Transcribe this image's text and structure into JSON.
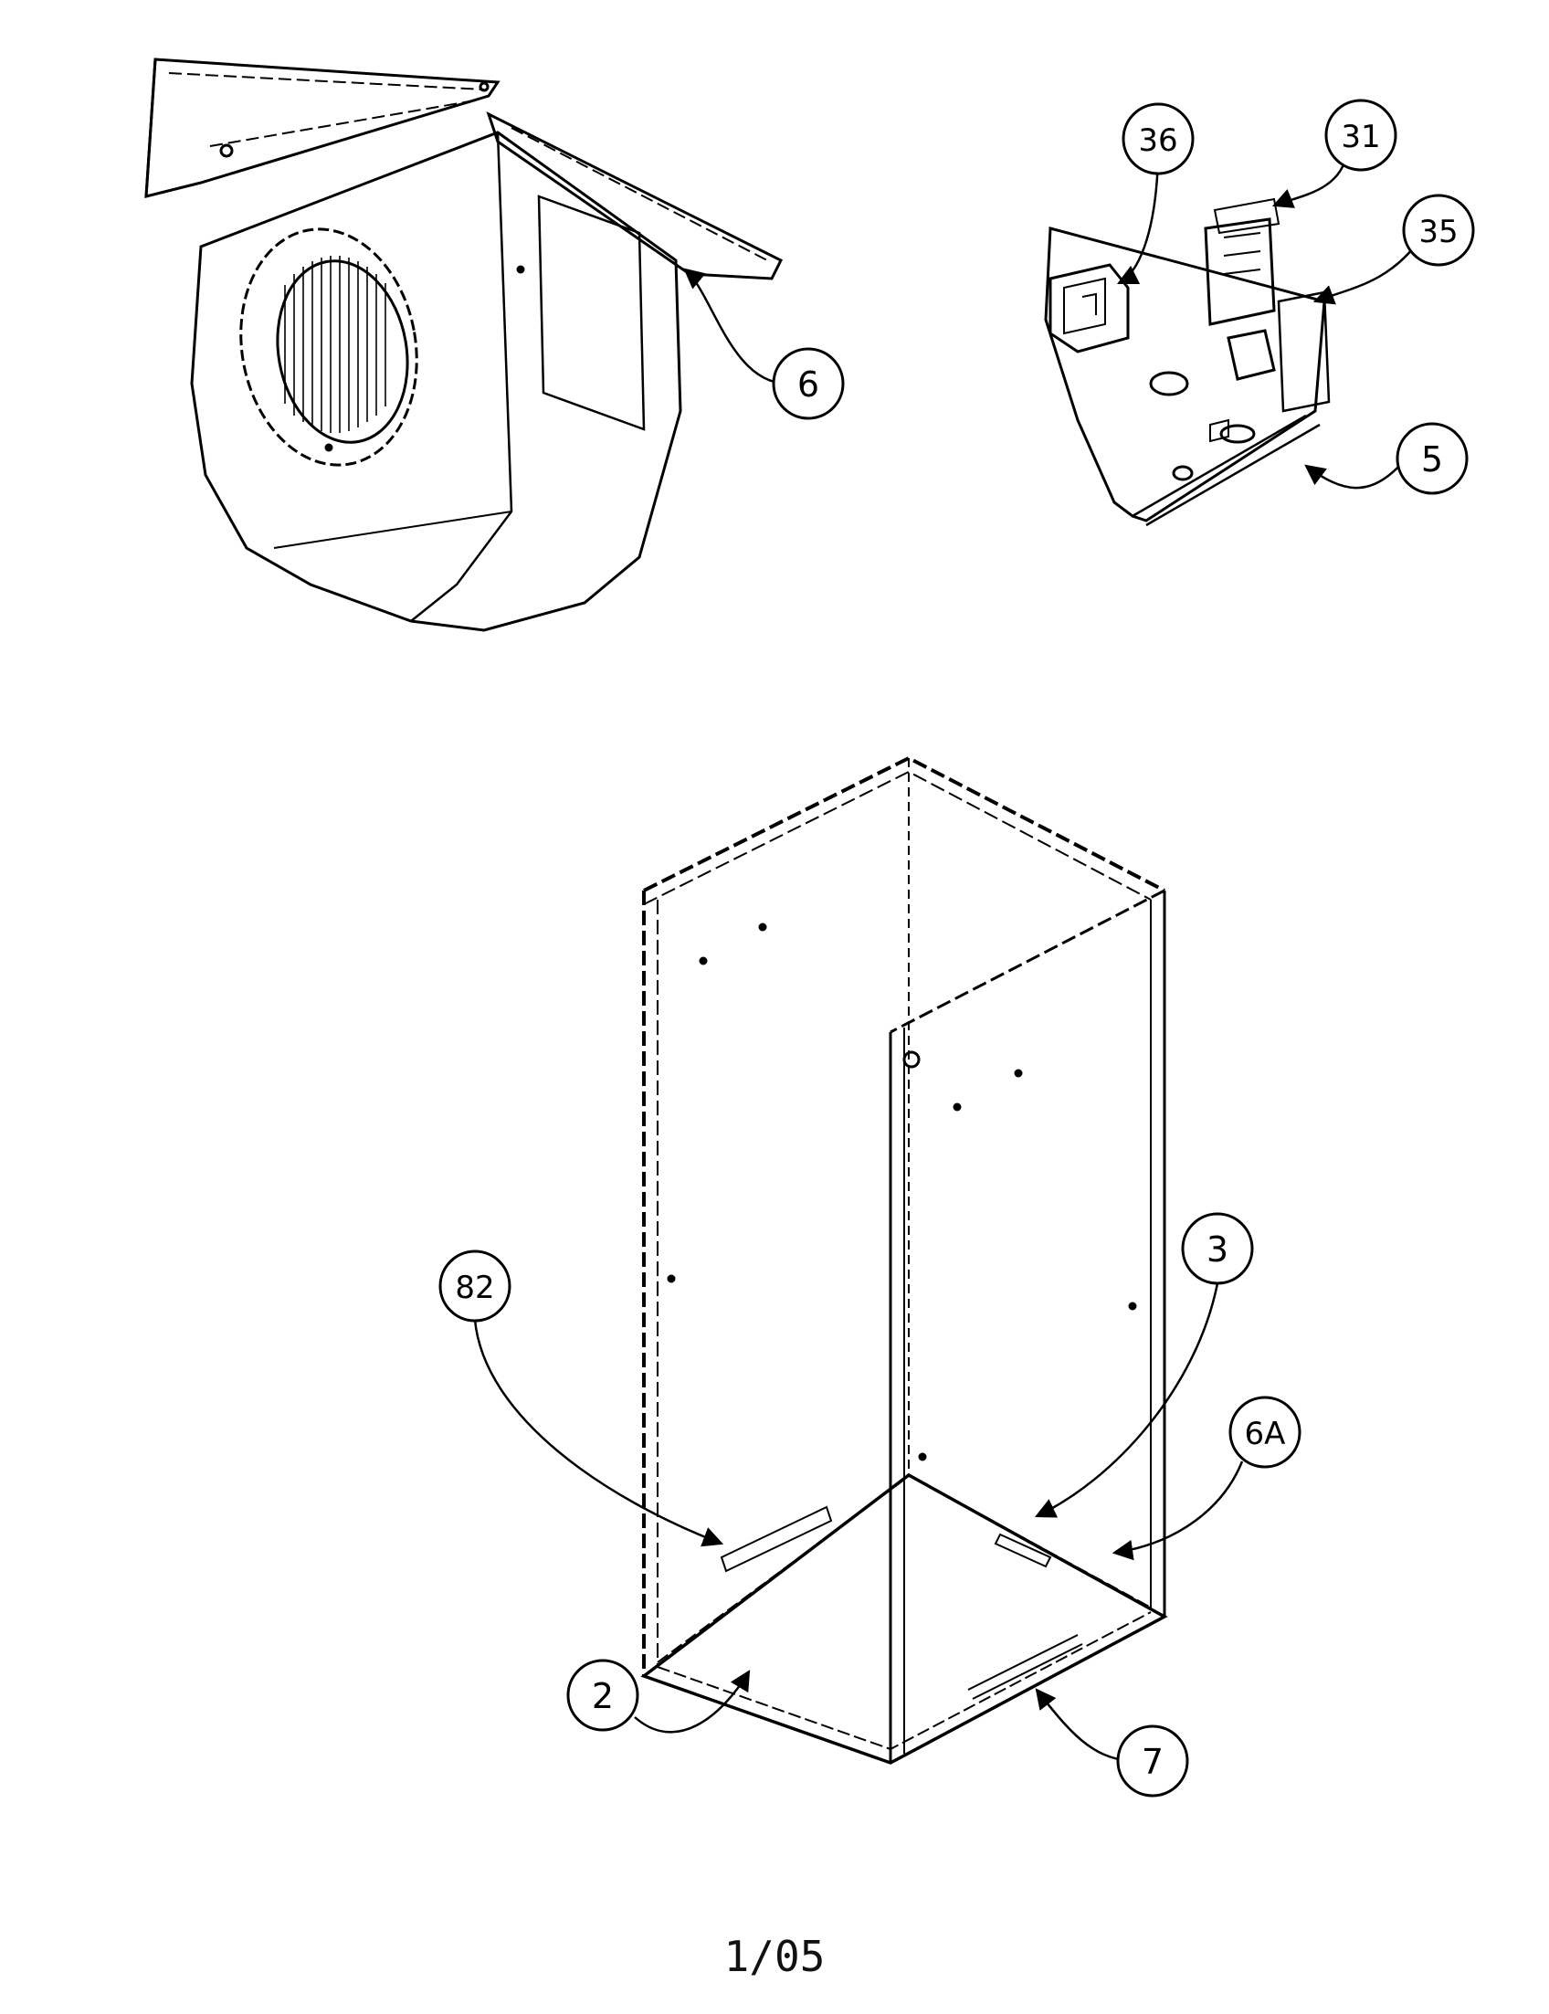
{
  "diagram": {
    "callouts": [
      {
        "id": "6",
        "label": "6"
      },
      {
        "id": "36",
        "label": "36"
      },
      {
        "id": "31",
        "label": "31"
      },
      {
        "id": "35",
        "label": "35"
      },
      {
        "id": "5",
        "label": "5"
      },
      {
        "id": "3",
        "label": "3"
      },
      {
        "id": "82",
        "label": "82"
      },
      {
        "id": "6A",
        "label": "6A"
      },
      {
        "id": "2",
        "label": "2"
      },
      {
        "id": "7",
        "label": "7"
      }
    ]
  },
  "footer": {
    "date": "1/05"
  }
}
